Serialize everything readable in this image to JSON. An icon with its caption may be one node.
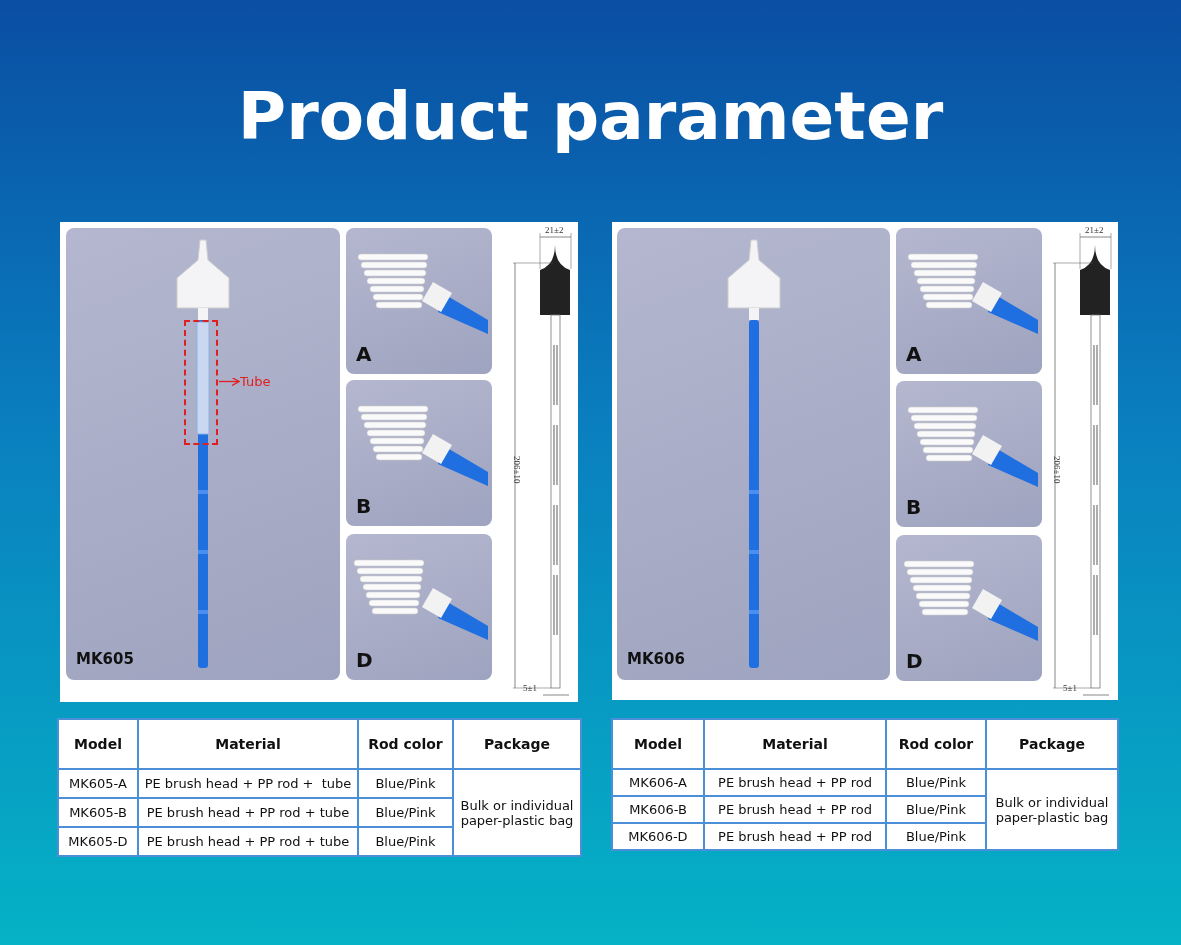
{
  "diagram": {
    "title": "Product parameter",
    "nodes": [
      {
        "text": [],
        "shape": "box"
      },
      {
        "text": [
          "Tube"
        ]
      }
    ],
    "edges": [
      {
        "from": 0,
        "to": 1,
        "arrow": "to"
      }
    ],
    "labels": [
      "MK605",
      "A",
      "B",
      "D",
      "21±2",
      "206±10",
      "5±1",
      "MK606",
      "A",
      "B",
      "D",
      "21±2",
      "206±10",
      "5±1",
      "Model",
      "Material",
      "Rod color",
      "Package",
      "MK605-A",
      "PE brush head + PP rod +  tube",
      "Blue/Pink",
      "Bulk or individual paper-plastic bag",
      "MK605-B",
      "PE brush head + PP rod + tube",
      "Blue/Pink",
      "MK605-D",
      "PE brush head + PP rod + tube",
      "Blue/Pink",
      "Model",
      "Material",
      "Rod color",
      "Package",
      "MK606-A",
      "PE brush head + PP rod",
      "Blue/Pink",
      "Bulk or individual paper-plastic bag",
      "MK606-B",
      "PE brush head + PP rod",
      "Blue/Pink",
      "MK606-D",
      "PE brush head + PP rod",
      "Blue/Pink"
    ]
  }
}
